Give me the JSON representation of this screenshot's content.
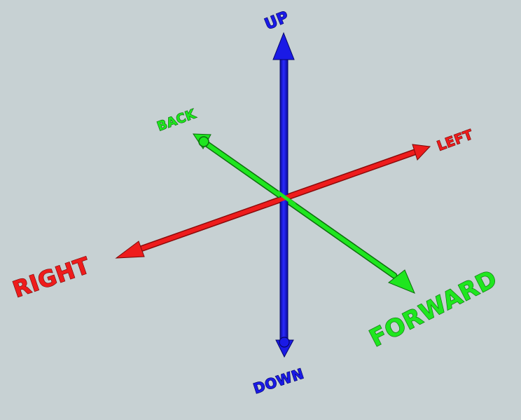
{
  "diagram": {
    "background": "#c7d1d3",
    "axes": [
      {
        "id": "vertical",
        "label_pos": "UP",
        "label_neg": "DOWN",
        "color": "#1a1ae6",
        "dark": "#0a0a80"
      },
      {
        "id": "lateral",
        "label_pos": "LEFT",
        "label_neg": "RIGHT",
        "color": "#ee1c1c",
        "dark": "#8a0a0a"
      },
      {
        "id": "longitudinal",
        "label_pos": "BACK",
        "label_neg": "FORWARD",
        "color": "#1fe61f",
        "dark": "#0d6e0d"
      }
    ]
  }
}
